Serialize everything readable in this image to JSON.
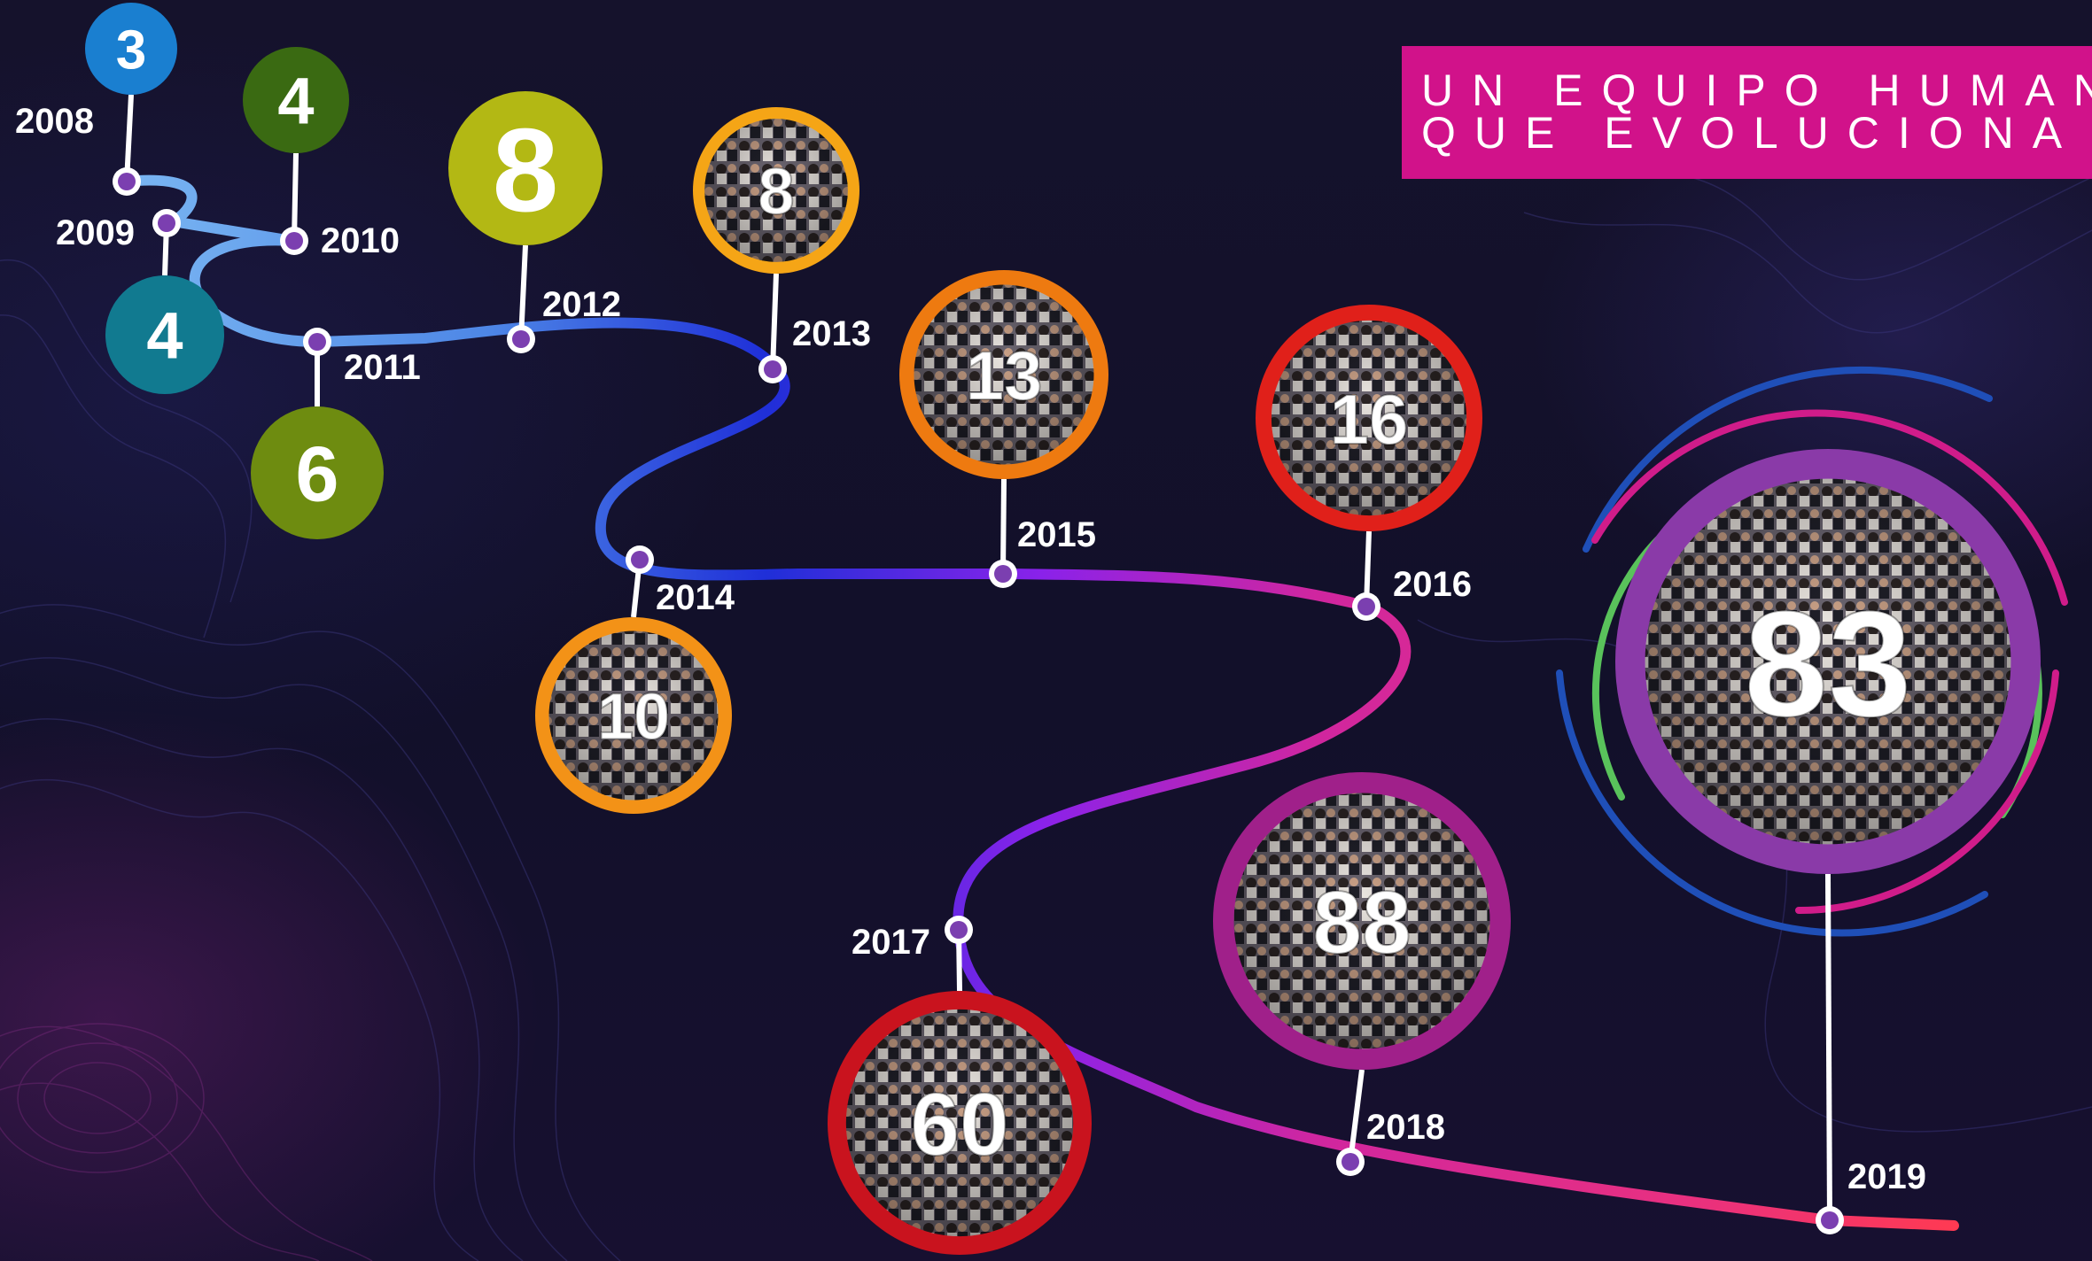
{
  "banner": {
    "line1": "UN EQUIPO HUMANO",
    "line2": "QUE EVOLUCIONA"
  },
  "milestones": [
    {
      "year": "2008",
      "count": "3",
      "color": "#1a7fd0",
      "photo": false
    },
    {
      "year": "2009",
      "count": "4",
      "color": "#117a90",
      "photo": false
    },
    {
      "year": "2010",
      "count": "4",
      "color": "#3a6a12",
      "photo": false
    },
    {
      "year": "2011",
      "count": "6",
      "color": "#6e8c10",
      "photo": false
    },
    {
      "year": "2012",
      "count": "8",
      "color": "#b3b814",
      "photo": false
    },
    {
      "year": "2013",
      "count": "8",
      "color": "#f5a516",
      "photo": true
    },
    {
      "year": "2014",
      "count": "10",
      "color": "#f39217",
      "photo": true
    },
    {
      "year": "2015",
      "count": "13",
      "color": "#ee7a10",
      "photo": true
    },
    {
      "year": "2016",
      "count": "16",
      "color": "#e0201a",
      "photo": true
    },
    {
      "year": "2017",
      "count": "60",
      "color": "#c9131e",
      "photo": true
    },
    {
      "year": "2018",
      "count": "88",
      "color": "#a0208a",
      "photo": true
    },
    {
      "year": "2019",
      "count": "83",
      "color": "#8a3aa8",
      "photo": true
    }
  ]
}
